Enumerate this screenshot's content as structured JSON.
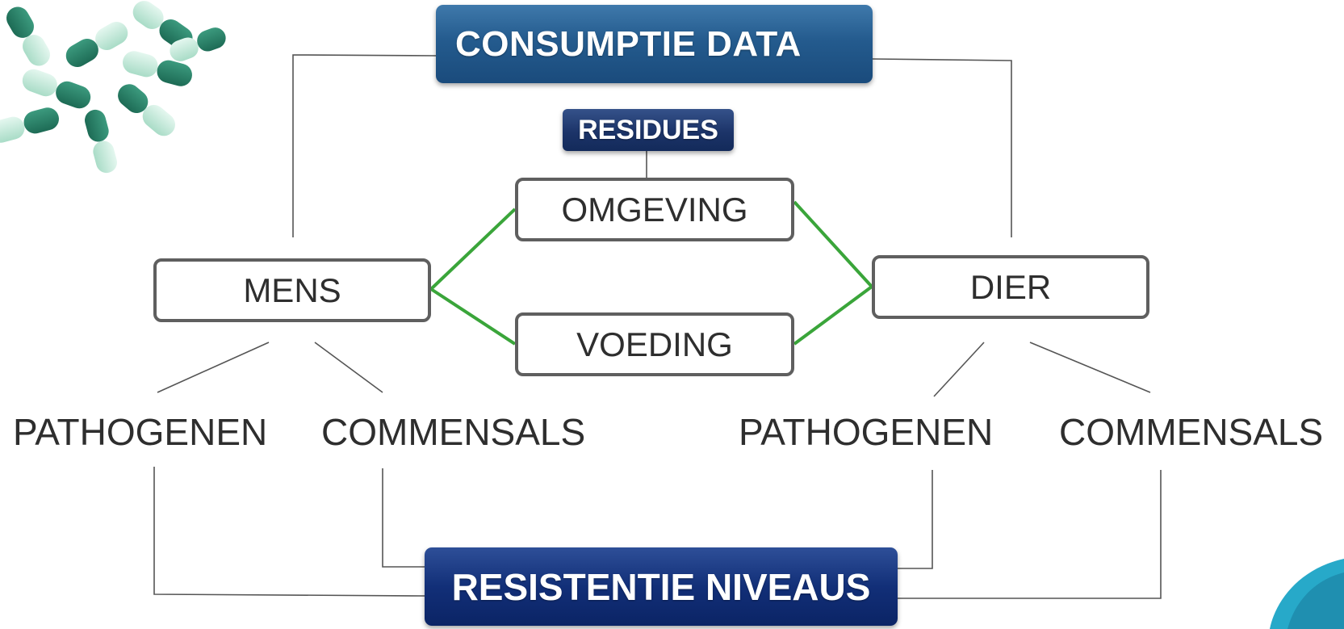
{
  "diagram": {
    "consumptie": "CONSUMPTIE DATA",
    "residues": "RESIDUES",
    "omgeving": "OMGEVING",
    "voeding": "VOEDING",
    "mens": "MENS",
    "dier": "DIER",
    "mens_children": [
      "PATHOGENEN",
      "COMMENSALS"
    ],
    "dier_children": [
      "PATHOGENEN",
      "COMMENSALS"
    ],
    "resistentie": "RESISTENTIE NIVEAUS"
  },
  "colors": {
    "consumptie_box": "#245b8e",
    "residues_box": "#1c3469",
    "resistentie_box": "#122f78",
    "green_link": "#3aa53a",
    "box_border": "#5f5f5f",
    "connector": "#555555"
  }
}
